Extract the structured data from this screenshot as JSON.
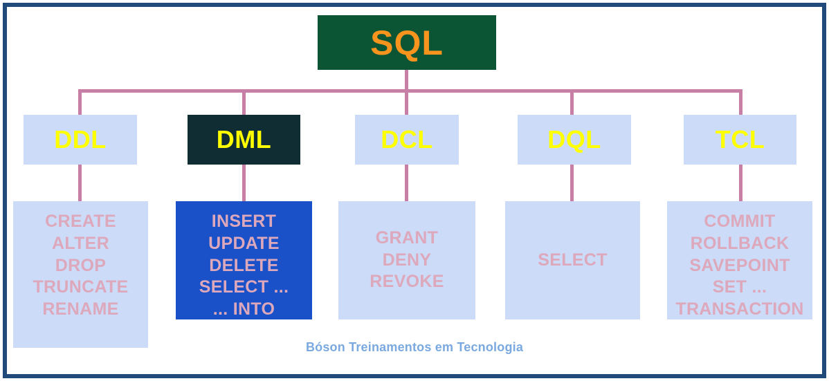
{
  "diagram": {
    "title": "SQL command categories tree",
    "root": {
      "label": "SQL",
      "bg_color": "#0c5534",
      "text_color": "#f7941e"
    },
    "connector_color": "#c77fa5",
    "frame_color": "#1f4a7a",
    "categories": [
      {
        "label": "DDL",
        "bg_color": "#ccdbf7",
        "text_color": "#ffff00",
        "detail_bg": "#ccdbf7",
        "detail_text_color": "#dda8bb",
        "commands": [
          "CREATE",
          "ALTER",
          "DROP",
          "TRUNCATE",
          "RENAME"
        ]
      },
      {
        "label": "DML",
        "bg_color": "#0f2d33",
        "text_color": "#ffff00",
        "detail_bg": "#1a51c8",
        "detail_text_color": "#dda8bb",
        "commands": [
          "INSERT",
          "UPDATE",
          "DELETE",
          "SELECT ...",
          "... INTO"
        ]
      },
      {
        "label": "DCL",
        "bg_color": "#ccdbf7",
        "text_color": "#ffff00",
        "detail_bg": "#ccdbf7",
        "detail_text_color": "#dda8bb",
        "commands": [
          "GRANT",
          "DENY",
          "REVOKE"
        ]
      },
      {
        "label": "DQL",
        "bg_color": "#ccdbf7",
        "text_color": "#ffff00",
        "detail_bg": "#ccdbf7",
        "detail_text_color": "#dda8bb",
        "commands": [
          "SELECT"
        ]
      },
      {
        "label": "TCL",
        "bg_color": "#ccdbf7",
        "text_color": "#ffff00",
        "detail_bg": "#ccdbf7",
        "detail_text_color": "#dda8bb",
        "commands": [
          "COMMIT",
          "ROLLBACK",
          "SAVEPOINT",
          "SET ...",
          "TRANSACTION"
        ]
      }
    ]
  },
  "footer": {
    "credit": "Bóson Treinamentos em Tecnologia",
    "color": "#7aa9e0"
  }
}
